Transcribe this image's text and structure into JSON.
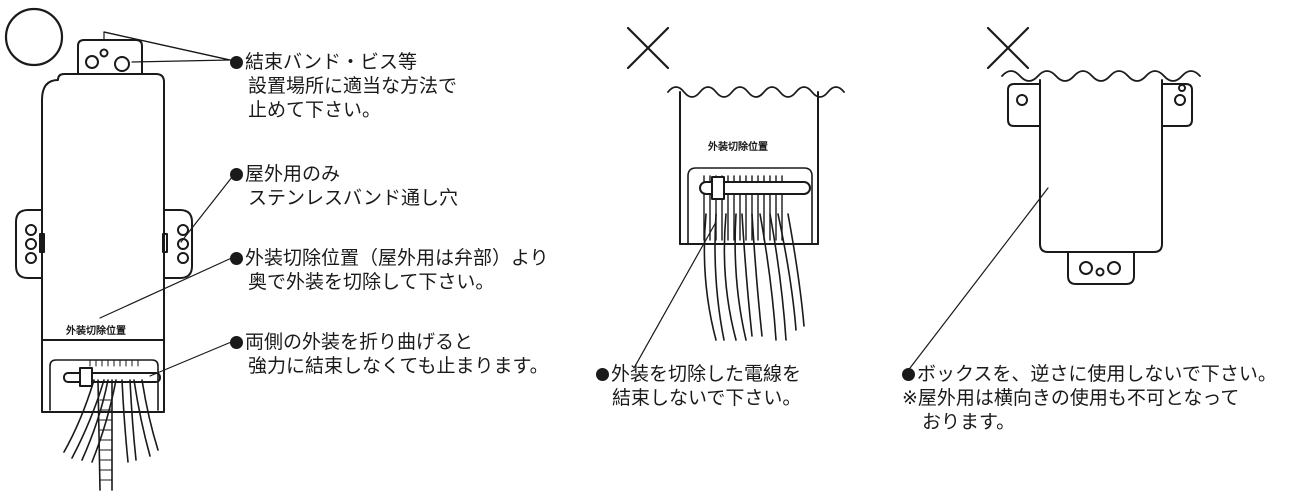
{
  "left_panel": {
    "ok_symbol": "○",
    "box_label": "外装切除位置",
    "notes": [
      {
        "lines": [
          "結束バンド・ビス等",
          "設置場所に適当な方法で",
          "止めて下さい。"
        ]
      },
      {
        "lines": [
          "屋外用のみ",
          "ステンレスバンド通し穴"
        ]
      },
      {
        "lines": [
          "外装切除位置（屋外用は弁部）より",
          "奥で外装を切除して下さい。"
        ]
      },
      {
        "lines": [
          "両側の外装を折り曲げると",
          "強力に結束しなくても止まります。"
        ]
      }
    ]
  },
  "middle_panel": {
    "ng_symbol": "×",
    "box_label": "外装切除位置",
    "notes": [
      {
        "lines": [
          "外装を切除した電線を",
          "結束しないで下さい。"
        ]
      }
    ]
  },
  "right_panel": {
    "ng_symbol": "×",
    "notes": [
      {
        "lines": [
          "ボックスを、逆さに使用しないで下さい。",
          "※屋外用は横向きの使用も不可となって",
          "おります。"
        ]
      }
    ]
  }
}
